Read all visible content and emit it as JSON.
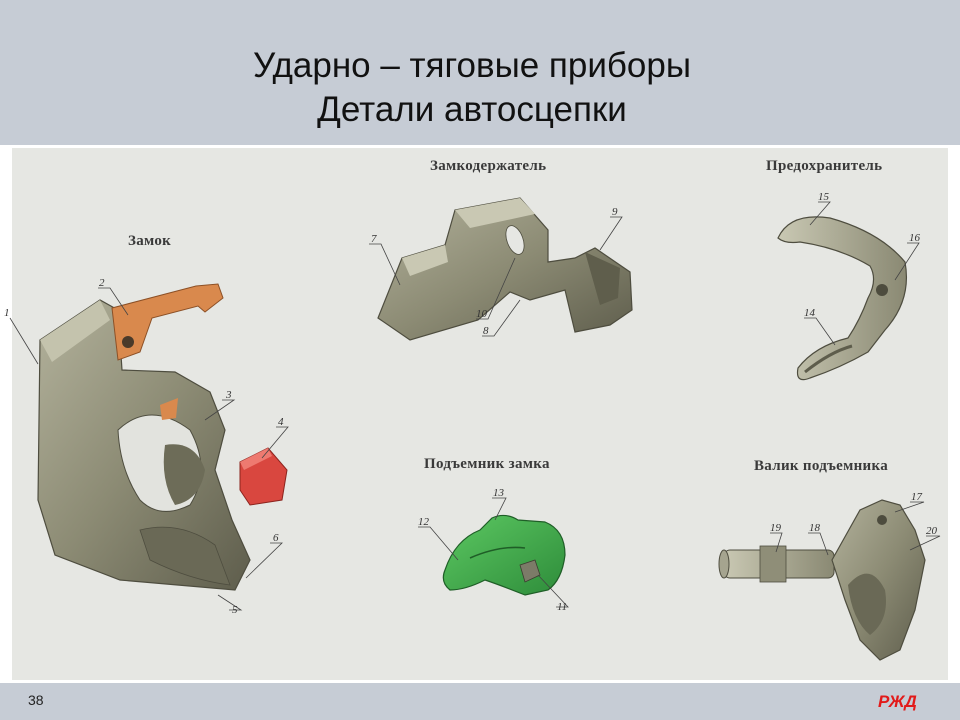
{
  "header": {
    "title_line1": "Ударно – тяговые приборы",
    "title_line2": "Детали автосцепки"
  },
  "figure": {
    "labels": {
      "zamok": "Замок",
      "zamkoderzhatel": "Замкодержатель",
      "predokhranitel": "Предохранитель",
      "podemnik": "Подъемник замка",
      "valik": "Валик подъемника"
    },
    "callouts": {
      "n1": "1",
      "n2": "2",
      "n3": "3",
      "n4": "4",
      "n5": "5",
      "n6": "6",
      "n7": "7",
      "n8": "8",
      "n9": "9",
      "n10": "10",
      "n11": "11",
      "n12": "12",
      "n13": "13",
      "n14": "14",
      "n15": "15",
      "n16": "16",
      "n17": "17",
      "n18": "18",
      "n19": "19",
      "n20": "20"
    },
    "colors": {
      "body": "#8f8e78",
      "highlight_orange": "#d98a4e",
      "highlight_red": "#d9473f",
      "highlight_green": "#3faa4a"
    }
  },
  "footer": {
    "page_number": "38",
    "logo": "РЖД"
  }
}
